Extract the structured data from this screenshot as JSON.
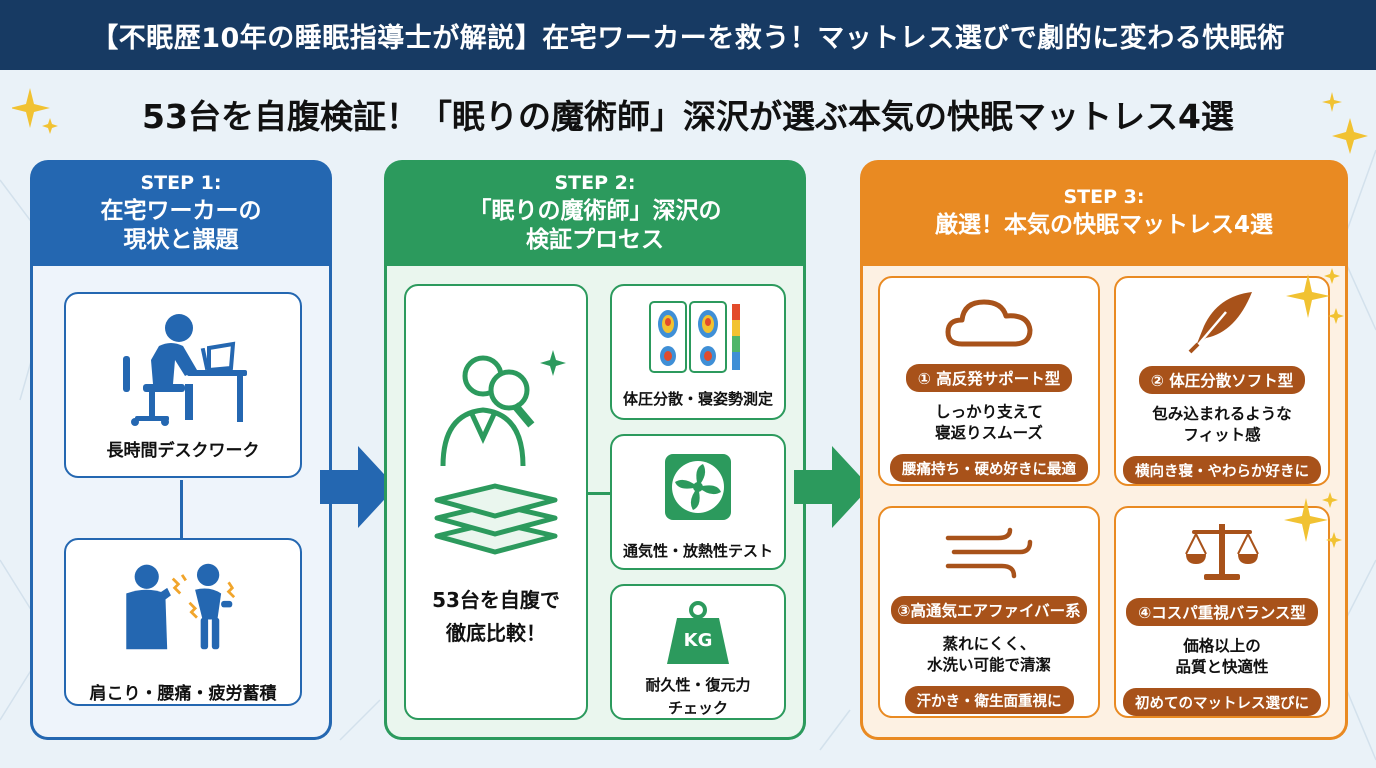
{
  "header": {
    "title": "【不眠歴10年の睡眠指導士が解説】在宅ワーカーを救う！マットレス選びで劇的に変わる快眠術",
    "subtitle": "53台を自腹検証！「眠りの魔術師」深沢が選ぶ本気の快眠マットレス4選"
  },
  "colors": {
    "navy": "#173a63",
    "step1": "#2467b1",
    "step2": "#2c9a5d",
    "step3": "#e98a22",
    "pill": "#a8521a"
  },
  "step1": {
    "label": "STEP 1:",
    "title_line1": "在宅ワーカーの",
    "title_line2": "現状と課題",
    "cards": [
      {
        "icon": "desk-worker-icon",
        "label": "長時間デスクワーク"
      },
      {
        "icon": "body-pain-icon",
        "label": "肩こり・腰痛・疲労蓄積"
      }
    ]
  },
  "step2": {
    "label": "STEP 2:",
    "title_line1": "「眠りの魔術師」深沢の",
    "title_line2": "検証プロセス",
    "main_card": {
      "icon": "inspector-icon",
      "label_line1": "53台を自腹で",
      "label_line2": "徹底比較！"
    },
    "tests": [
      {
        "icon": "pressure-map-icon",
        "label_line1": "体圧分散・寝姿勢測定",
        "label_line2": ""
      },
      {
        "icon": "fan-icon",
        "label_line1": "通気性・放熱性テスト",
        "label_line2": ""
      },
      {
        "icon": "weight-icon",
        "icon_text": "KG",
        "label_line1": "耐久性・復元力",
        "label_line2": "チェック"
      }
    ]
  },
  "step3": {
    "label": "STEP 3:",
    "title": "厳選！本気の快眠マットレス4選",
    "products": [
      {
        "icon": "cloud-icon",
        "name": "① 高反発サポート型",
        "desc_line1": "しっかり支えて",
        "desc_line2": "寝返りスムーズ",
        "tag": "腰痛持ち・硬め好きに最適"
      },
      {
        "icon": "feather-icon",
        "name": "② 体圧分散ソフト型",
        "desc_line1": "包み込まれるような",
        "desc_line2": "フィット感",
        "tag": "横向き寝・やわらか好きに"
      },
      {
        "icon": "wind-icon",
        "name": "③高通気エアファイバー系",
        "desc_line1": "蒸れにくく、",
        "desc_line2": "水洗い可能で清潔",
        "tag": "汗かき・衛生面重視に"
      },
      {
        "icon": "scale-icon",
        "name": "④コスパ重視バランス型",
        "desc_line1": "価格以上の",
        "desc_line2": "品質と快適性",
        "tag": "初めてのマットレス選びに"
      }
    ]
  }
}
